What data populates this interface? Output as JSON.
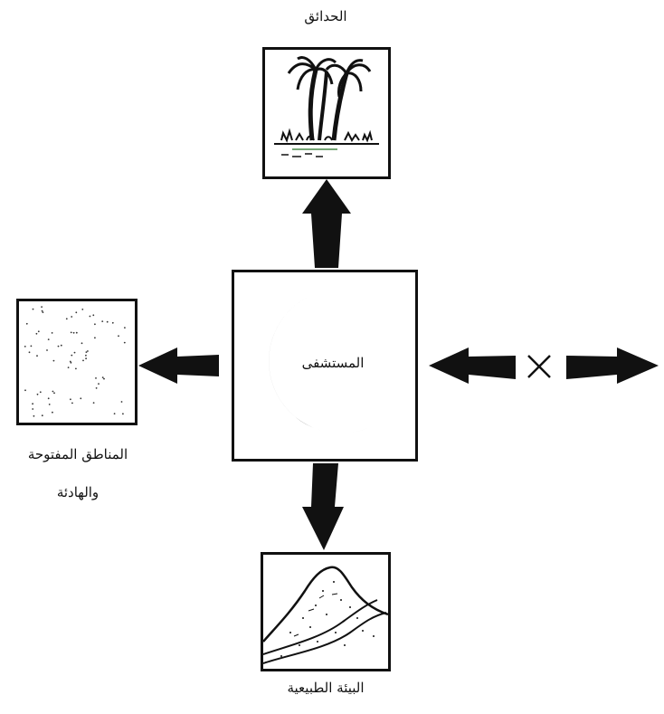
{
  "diagram": {
    "top_label": "الحدائق",
    "center_label": "المستشفى",
    "left_label_line1": "المناطق المفتوحة",
    "left_label_line2": "والهادئة",
    "bottom_label": "البيئة الطبيعية",
    "exclusion_mark": "✕"
  },
  "icons": [
    "palm-trees-icon",
    "crescent-icon",
    "dotted-open-area-icon",
    "mountain-icon"
  ],
  "colors": {
    "ink": "#111111",
    "paper": "#ffffff"
  }
}
